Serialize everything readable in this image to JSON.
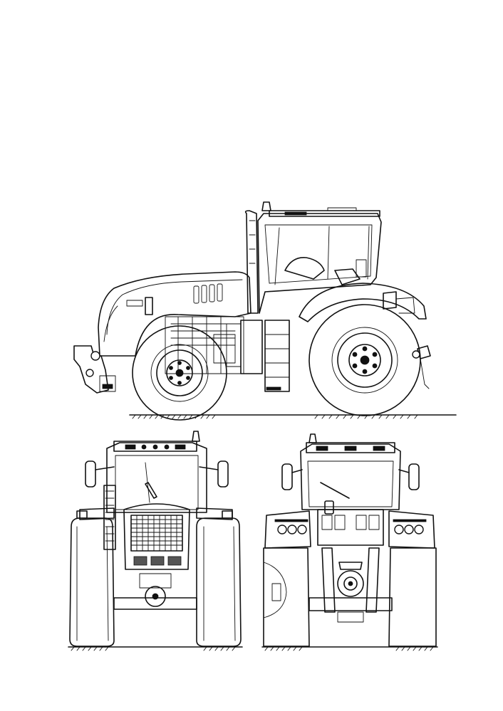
{
  "drawing": {
    "subject": "tractor-blueprint",
    "views": [
      "side-view",
      "front-view",
      "rear-view"
    ],
    "line_color": "#111111",
    "background": "#ffffff"
  }
}
